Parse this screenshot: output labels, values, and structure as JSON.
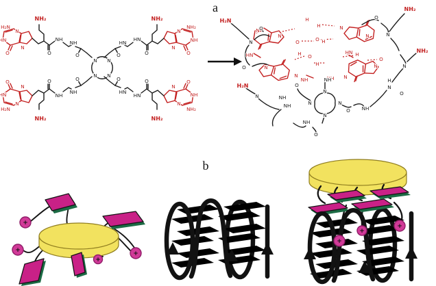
{
  "figure": {
    "panel_a_label": "a",
    "panel_b_label": "b"
  },
  "labels": {
    "nh2": "NH₂",
    "h2n": "H₂N",
    "hn": "HN",
    "nh": "NH",
    "n": "N",
    "o": "O",
    "h": "H",
    "plus": "+"
  },
  "colors": {
    "guanine_red": "#c32020",
    "bond_black": "#1a1a1a",
    "disc_yellow": "#f2e25f",
    "disc_edge": "#8f7d1f",
    "plate_magenta": "#c92187",
    "plate_shadow_green": "#1d6b45",
    "quartet_green": "#35a476",
    "cation_pink": "#d13a98",
    "cation_edge": "#8f1d68",
    "background": "#ffffff"
  }
}
